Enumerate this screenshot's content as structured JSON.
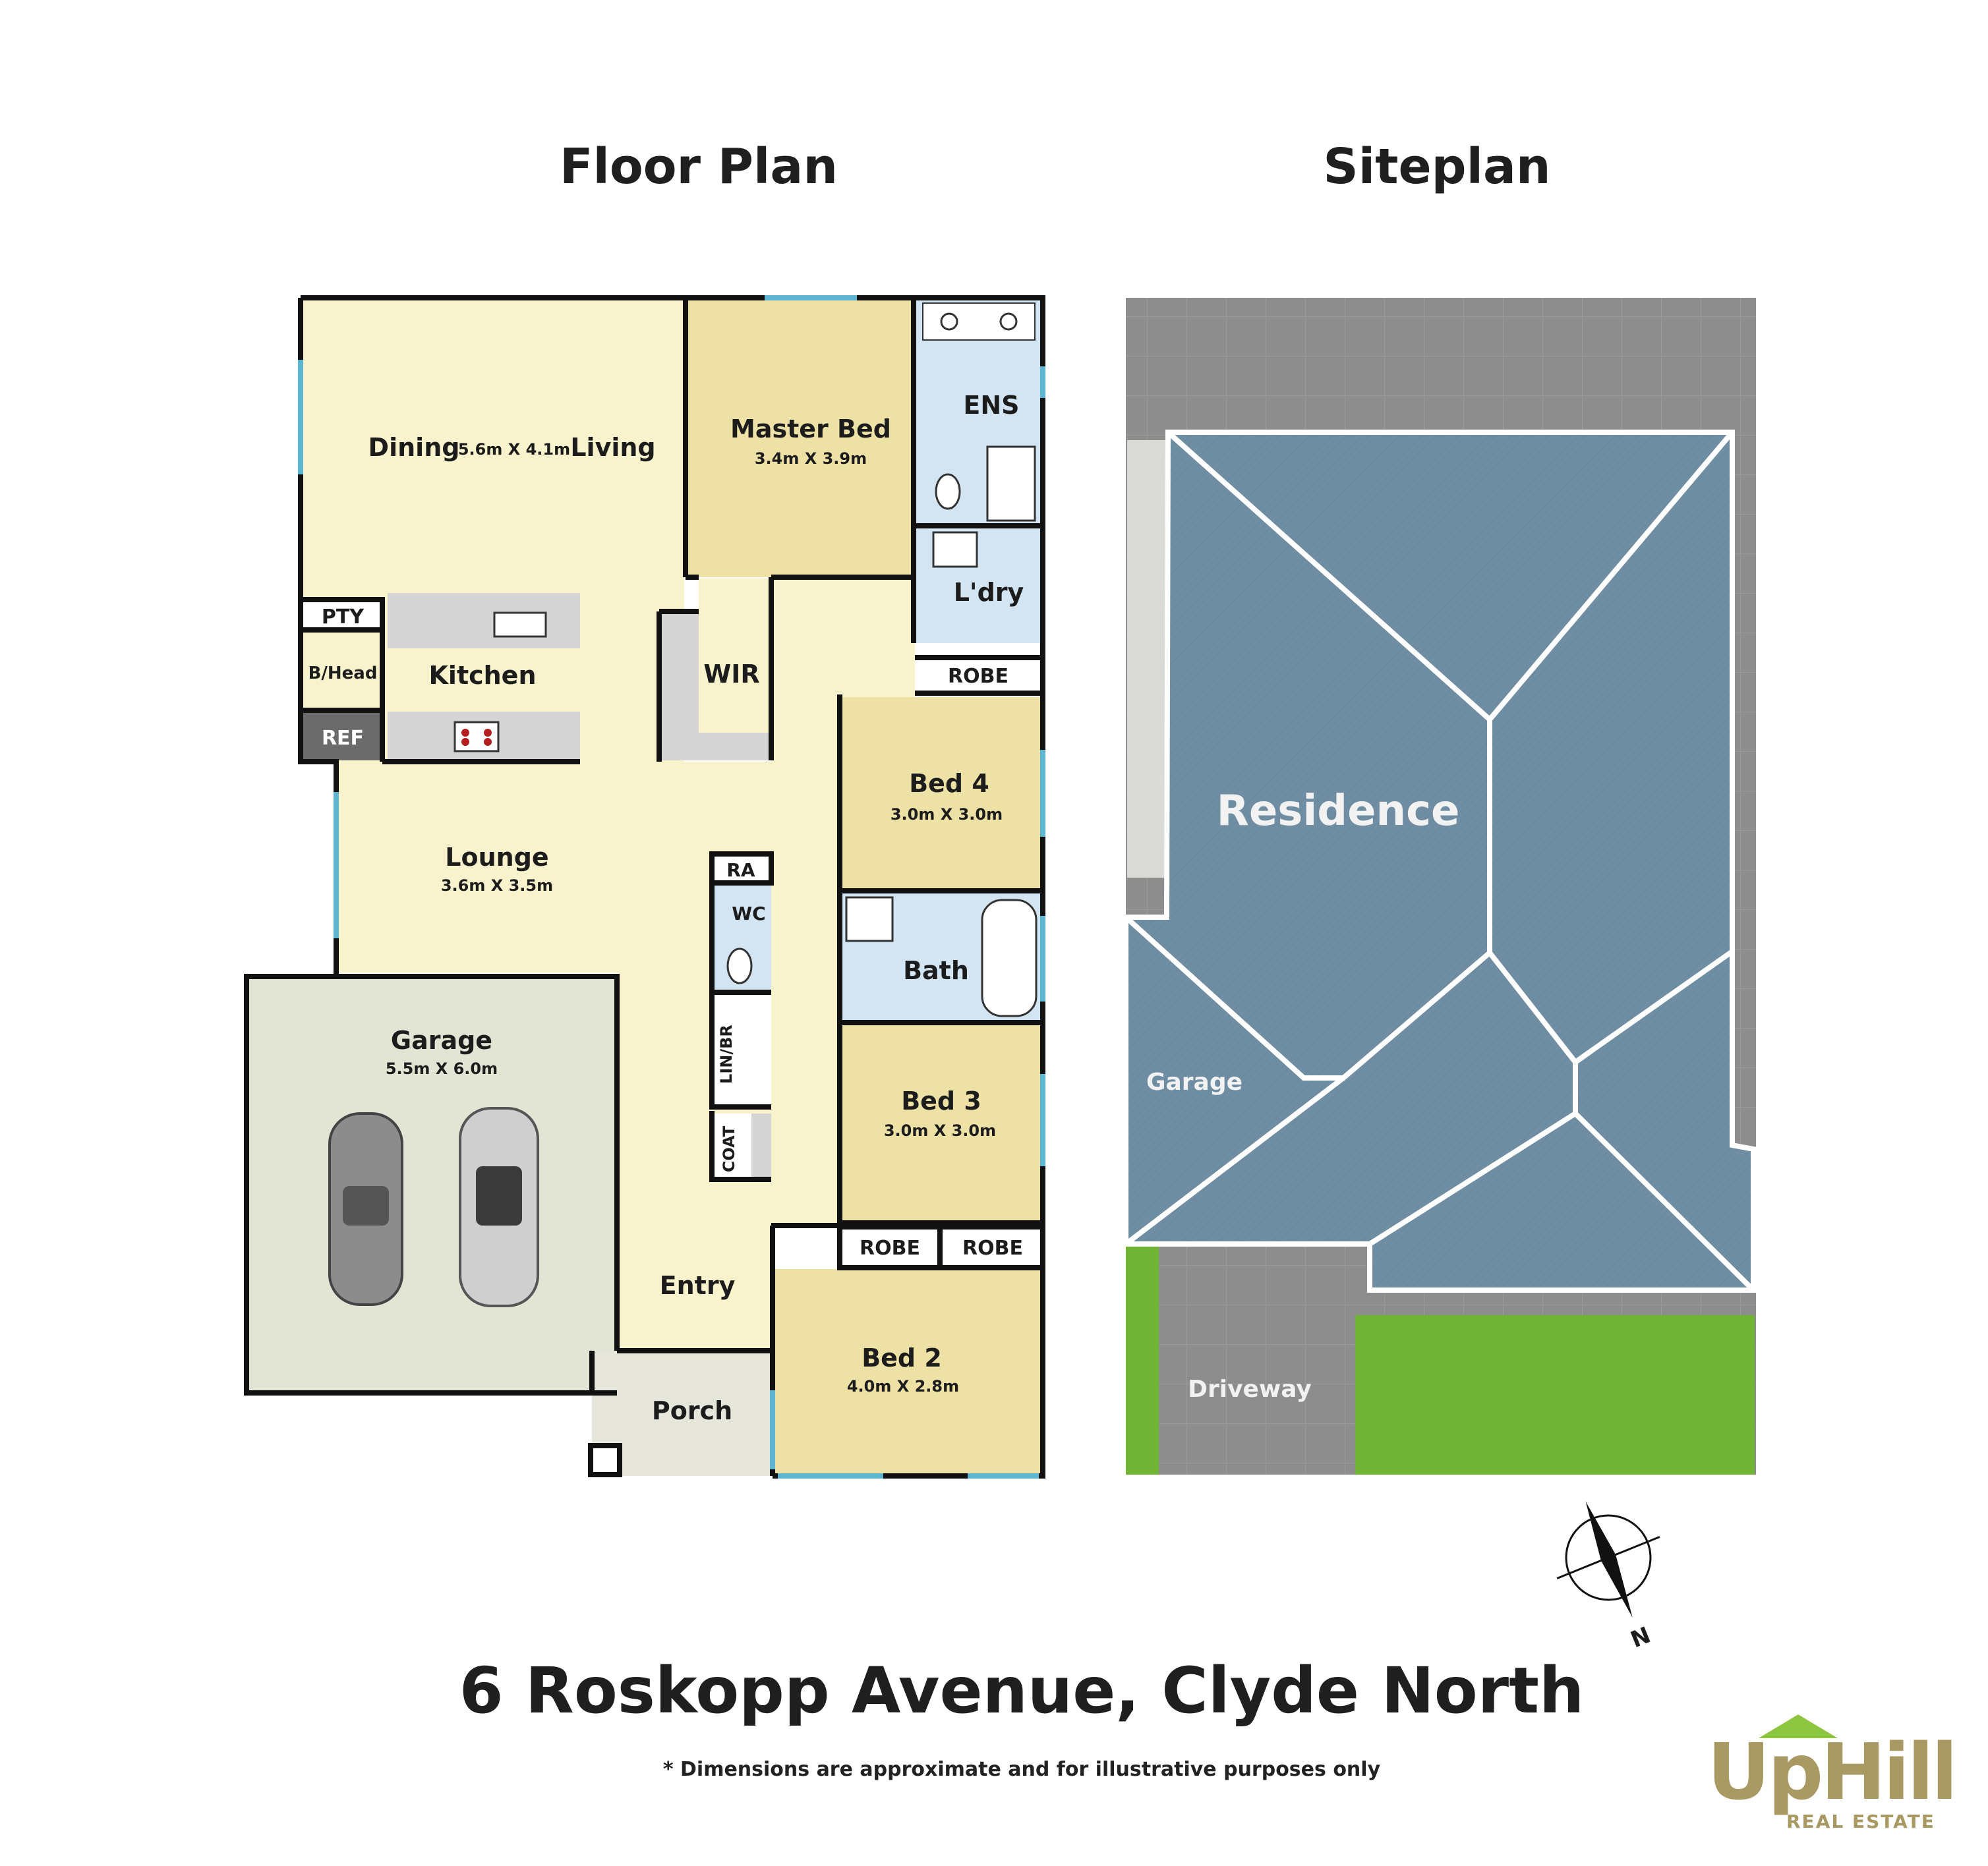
{
  "titles": {
    "floor_plan": "Floor Plan",
    "site_plan": "Siteplan"
  },
  "address": "6 Roskopp Avenue, Clyde North",
  "disclaimer": "* Dimensions are approximate and for illustrative purposes only",
  "rooms": {
    "dining": "Dining",
    "living": "Living",
    "dining_dim": "5.6m X 4.1m",
    "master": "Master Bed",
    "master_dim": "3.4m X 3.9m",
    "ens": "ENS",
    "laundry": "L'dry",
    "wir": "WIR",
    "pty": "PTY",
    "bhead": "B/Head",
    "kitchen": "Kitchen",
    "ref": "REF",
    "robe": "ROBE",
    "bed4": "Bed 4",
    "bed4_dim": "3.0m X 3.0m",
    "lounge": "Lounge",
    "lounge_dim": "3.6m X 3.5m",
    "ra": "RA",
    "wc": "WC",
    "bath": "Bath",
    "garage": "Garage",
    "garage_dim": "5.5m X 6.0m",
    "linbr": "LIN/BR",
    "coat": "COAT",
    "bed3": "Bed 3",
    "bed3_dim": "3.0m X 3.0m",
    "entry": "Entry",
    "porch": "Porch",
    "bed2": "Bed 2",
    "bed2_dim": "4.0m X 2.8m"
  },
  "site": {
    "residence": "Residence",
    "garage": "Garage",
    "driveway": "Driveway"
  },
  "compass": "N",
  "logo": {
    "main": "UpHill",
    "sub": "REAL ESTATE"
  },
  "colors": {
    "living": "#f8f3cc",
    "bedroom": "#ede1a6",
    "wet": "#d3e5f2",
    "garage": "#e2e4d4",
    "porch": "#e6e6da",
    "bench": "#d5d5d5",
    "roof": "#6f8ea3",
    "yard": "#8d8d8d",
    "lawn": "#71b335",
    "logo": "#a89a62"
  }
}
